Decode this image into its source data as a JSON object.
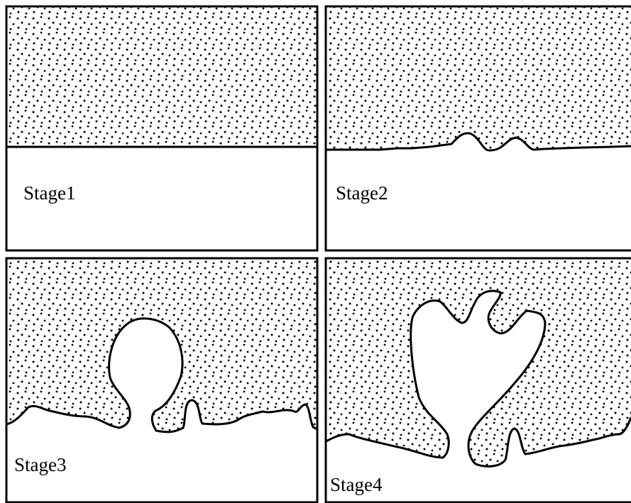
{
  "panels": [
    {
      "label": "Stage1"
    },
    {
      "label": "Stage2"
    },
    {
      "label": "Stage3"
    },
    {
      "label": "Stage4"
    }
  ],
  "colors": {
    "ink": "#000000",
    "background": "#ffffff"
  }
}
